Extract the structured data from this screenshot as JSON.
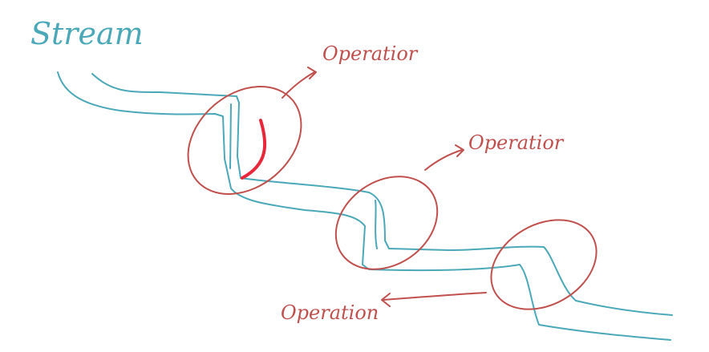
{
  "title": "Stream",
  "labels": {
    "operation_1": "Operatior",
    "operation_2": "Operatior",
    "operation_3": "Operation"
  },
  "colors": {
    "stream": "#4aa8b8",
    "operation": "#c0504d",
    "highlight": "#e8283a",
    "background": "#ffffff"
  }
}
